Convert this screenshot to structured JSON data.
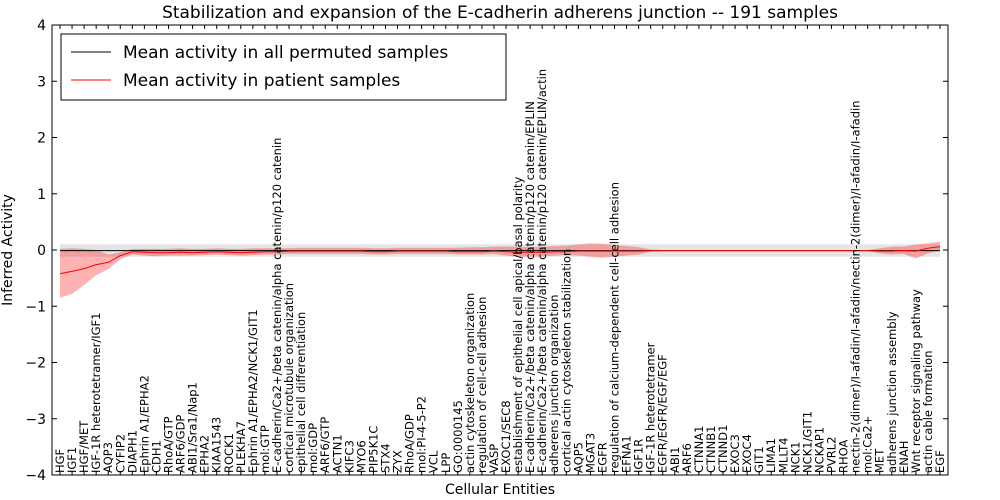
{
  "chart_data": {
    "type": "line",
    "title": "Stabilization and expansion of the E-cadherin adherens junction -- 191 samples",
    "xlabel": "Cellular Entities",
    "ylabel": "Inferred Activity",
    "ylim": [
      -4,
      4
    ],
    "yticks": [
      -4,
      -3,
      -2,
      -1,
      0,
      1,
      2,
      3,
      4
    ],
    "grid": false,
    "legend_position": "top-left",
    "categories": [
      "HGF",
      "IGF1",
      "HGF/MET",
      "IGF-1R heterotetramer/IGF1",
      "AQP3",
      "CYFIP2",
      "DIAPH1",
      "Ephrin A1/EPHA2",
      "CDH1",
      "RhoA/GTP",
      "ARF6/GDP",
      "ABI1/Sra1/Nap1",
      "EPHA2",
      "KIAA1543",
      "ROCK1",
      "PLEKHA7",
      "Ephrin A1/EPHA2/NCK1/GIT1",
      "mol:GTP",
      "E-cadherin/Ca2+/beta catenin/alpha catenin/p120 catenin",
      "cortical microtubule organization",
      "epithelial cell differentiation",
      "mol:GDP",
      "ARF6/GTP",
      "ACTN1",
      "KIFC3",
      "MYO6",
      "PIP5K1C",
      "STX4",
      "ZYX",
      "RhoA/GDP",
      "mol:PI-4-5-P2",
      "VCL",
      "LPP",
      "GO:0000145",
      "actin cytoskeleton organization",
      "regulation of cell-cell adhesion",
      "VASP",
      "EXOC1/SEC8",
      "establishment of epithelial cell apical/basal polarity",
      "E-cadherin/Ca2+/beta catenin/alpha catenin/p120 catenin/EPLIN",
      "E-cadherin/Ca2+/beta catenin/alpha catenin/p120 catenin/EPLIN/actin",
      "adherens junction organization",
      "cortical actin cytoskeleton stabilization",
      "AQP5",
      "MGAT3",
      "EGFR",
      "regulation of calcium-dependent cell-cell adhesion",
      "EFNA1",
      "IGF1R",
      "IGF-1R heterotetramer",
      "EGFR/EGFR/EGF/EGF",
      "ABI1",
      "ARF6",
      "CTNNA1",
      "CTNNB1",
      "CTNND1",
      "EXOC3",
      "EXOC4",
      "GIT1",
      "LIMA1",
      "MLLT4",
      "NCK1",
      "NCK1/GIT1",
      "NCKAP1",
      "PVRL2",
      "RHOA",
      "nectin-2(dimer)/I-afadin/I-afadin/nectin-2(dimer)/I-afadin/I-afadin",
      "mol:Ca2+",
      "MET",
      "adherens junction assembly",
      "ENAH",
      "Wnt receptor signaling pathway",
      "actin cable formation",
      "EGF"
    ],
    "series": [
      {
        "name": "Mean activity in all permuted samples",
        "color": "#000000",
        "values": [
          -0.01,
          -0.01,
          -0.01,
          -0.01,
          -0.01,
          -0.01,
          -0.01,
          -0.01,
          -0.01,
          -0.01,
          -0.01,
          -0.01,
          -0.01,
          -0.01,
          -0.01,
          -0.01,
          -0.01,
          -0.01,
          -0.01,
          -0.01,
          -0.01,
          -0.01,
          -0.01,
          -0.01,
          -0.01,
          -0.01,
          -0.01,
          -0.01,
          -0.01,
          -0.01,
          -0.01,
          -0.01,
          -0.01,
          -0.01,
          -0.01,
          -0.01,
          -0.01,
          -0.01,
          -0.01,
          -0.01,
          -0.01,
          -0.01,
          -0.01,
          -0.01,
          -0.01,
          -0.01,
          -0.01,
          -0.01,
          -0.01,
          -0.01,
          -0.01,
          -0.01,
          -0.01,
          -0.01,
          -0.01,
          -0.01,
          -0.01,
          -0.01,
          -0.01,
          -0.01,
          -0.01,
          -0.01,
          -0.01,
          -0.01,
          -0.01,
          -0.01,
          -0.01,
          -0.01,
          -0.01,
          -0.01,
          -0.01,
          -0.01,
          -0.01,
          -0.01
        ],
        "band_low": [
          -0.12,
          -0.12,
          -0.12,
          -0.12,
          -0.12,
          -0.12,
          -0.12,
          -0.12,
          -0.12,
          -0.12,
          -0.12,
          -0.12,
          -0.12,
          -0.12,
          -0.12,
          -0.12,
          -0.12,
          -0.12,
          -0.12,
          -0.12,
          -0.12,
          -0.12,
          -0.12,
          -0.12,
          -0.12,
          -0.12,
          -0.12,
          -0.12,
          -0.12,
          -0.12,
          -0.12,
          -0.12,
          -0.12,
          -0.12,
          -0.12,
          -0.12,
          -0.12,
          -0.12,
          -0.12,
          -0.12,
          -0.12,
          -0.12,
          -0.12,
          -0.12,
          -0.12,
          -0.12,
          -0.12,
          -0.12,
          -0.12,
          -0.12,
          -0.12,
          -0.12,
          -0.12,
          -0.12,
          -0.12,
          -0.12,
          -0.12,
          -0.12,
          -0.12,
          -0.12,
          -0.12,
          -0.12,
          -0.12,
          -0.12,
          -0.12,
          -0.12,
          -0.12,
          -0.12,
          -0.12,
          -0.12,
          -0.12,
          -0.12,
          -0.12,
          -0.12
        ],
        "band_high": [
          0.1,
          0.1,
          0.1,
          0.1,
          0.1,
          0.1,
          0.1,
          0.1,
          0.1,
          0.1,
          0.1,
          0.1,
          0.1,
          0.1,
          0.1,
          0.1,
          0.1,
          0.1,
          0.1,
          0.1,
          0.1,
          0.1,
          0.1,
          0.1,
          0.1,
          0.1,
          0.1,
          0.1,
          0.1,
          0.1,
          0.1,
          0.1,
          0.1,
          0.1,
          0.1,
          0.1,
          0.1,
          0.1,
          0.1,
          0.1,
          0.1,
          0.1,
          0.1,
          0.1,
          0.1,
          0.1,
          0.1,
          0.1,
          0.1,
          0.1,
          0.1,
          0.1,
          0.1,
          0.1,
          0.1,
          0.1,
          0.1,
          0.1,
          0.1,
          0.1,
          0.1,
          0.1,
          0.1,
          0.1,
          0.1,
          0.1,
          0.1,
          0.1,
          0.1,
          0.1,
          0.1,
          0.1,
          0.1,
          0.1
        ]
      },
      {
        "name": "Mean activity in patient samples",
        "color": "#ff0000",
        "values": [
          -0.42,
          -0.38,
          -0.33,
          -0.26,
          -0.22,
          -0.1,
          -0.03,
          -0.04,
          -0.05,
          -0.05,
          -0.04,
          -0.05,
          -0.04,
          -0.03,
          -0.04,
          -0.05,
          -0.04,
          -0.03,
          -0.03,
          -0.02,
          -0.02,
          -0.02,
          -0.02,
          -0.02,
          -0.02,
          -0.02,
          -0.03,
          -0.03,
          -0.02,
          -0.02,
          -0.02,
          -0.02,
          -0.02,
          -0.03,
          -0.03,
          -0.03,
          -0.02,
          -0.03,
          -0.04,
          -0.04,
          -0.04,
          -0.03,
          -0.03,
          -0.02,
          -0.02,
          -0.02,
          -0.02,
          -0.02,
          -0.02,
          -0.01,
          -0.01,
          -0.01,
          -0.01,
          -0.01,
          -0.01,
          -0.01,
          -0.01,
          -0.01,
          -0.01,
          -0.01,
          -0.01,
          -0.01,
          -0.01,
          -0.01,
          -0.01,
          -0.01,
          -0.01,
          -0.01,
          -0.02,
          -0.02,
          -0.01,
          -0.02,
          0.03,
          0.06
        ],
        "band_low": [
          -0.85,
          -0.78,
          -0.62,
          -0.45,
          -0.34,
          -0.16,
          -0.08,
          -0.1,
          -0.11,
          -0.1,
          -0.1,
          -0.1,
          -0.09,
          -0.08,
          -0.09,
          -0.1,
          -0.09,
          -0.08,
          -0.08,
          -0.07,
          -0.07,
          -0.07,
          -0.07,
          -0.07,
          -0.07,
          -0.07,
          -0.08,
          -0.08,
          -0.07,
          -0.07,
          -0.07,
          -0.07,
          -0.07,
          -0.08,
          -0.08,
          -0.08,
          -0.07,
          -0.1,
          -0.12,
          -0.12,
          -0.12,
          -0.1,
          -0.09,
          -0.1,
          -0.12,
          -0.14,
          -0.12,
          -0.1,
          -0.08,
          -0.03,
          -0.02,
          -0.02,
          -0.02,
          -0.02,
          -0.02,
          -0.02,
          -0.02,
          -0.02,
          -0.02,
          -0.02,
          -0.02,
          -0.02,
          -0.02,
          -0.02,
          -0.02,
          -0.02,
          -0.02,
          -0.02,
          -0.06,
          -0.08,
          -0.07,
          -0.15,
          -0.06,
          -0.01
        ],
        "band_high": [
          0.02,
          0.03,
          0.02,
          0.0,
          -0.08,
          -0.04,
          0.02,
          0.02,
          0.02,
          0.02,
          0.03,
          0.02,
          0.02,
          0.03,
          0.02,
          0.02,
          0.03,
          0.03,
          0.03,
          0.03,
          0.04,
          0.04,
          0.04,
          0.04,
          0.04,
          0.04,
          0.03,
          0.03,
          0.04,
          0.04,
          0.04,
          0.04,
          0.04,
          0.04,
          0.05,
          0.05,
          0.06,
          0.06,
          0.06,
          0.05,
          0.06,
          0.07,
          0.08,
          0.1,
          0.12,
          0.11,
          0.09,
          0.07,
          0.05,
          0.01,
          0.0,
          0.0,
          0.0,
          0.0,
          0.0,
          0.0,
          0.0,
          0.0,
          0.0,
          0.0,
          0.0,
          0.0,
          0.0,
          0.0,
          0.0,
          0.0,
          0.0,
          0.0,
          0.03,
          0.06,
          0.06,
          0.1,
          0.12,
          0.15
        ]
      }
    ]
  }
}
